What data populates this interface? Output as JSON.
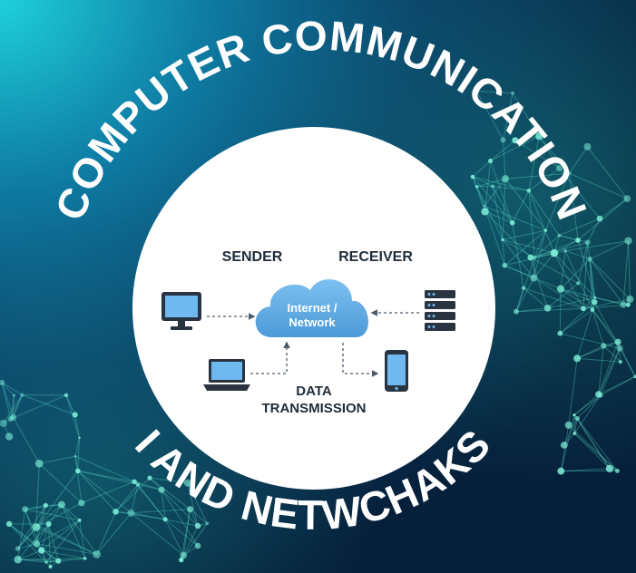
{
  "title": {
    "top_arc": "COMPUTER COMMUNICATION",
    "bottom_arc": "I AND NETWCHAKS"
  },
  "diagram": {
    "sender_label": "SENDER",
    "receiver_label": "RECEIVER",
    "cloud_line1": "Internet /",
    "cloud_line2": "Network",
    "data_line1": "DATA",
    "data_line2": "TRANSMISSION"
  },
  "icons": {
    "sender_desktop": "desktop-monitor-icon",
    "sender_laptop": "laptop-icon",
    "receiver_server": "server-rack-icon",
    "receiver_phone": "smartphone-icon",
    "network": "cloud-icon"
  },
  "colors": {
    "bg_dark": "#06223a",
    "bg_teal": "#1ec7d6",
    "accent_cyan": "#58e0d0",
    "cloud_blue": "#5aa9e6",
    "device_dark": "#2a3440",
    "device_screen": "#6fb8f0"
  }
}
